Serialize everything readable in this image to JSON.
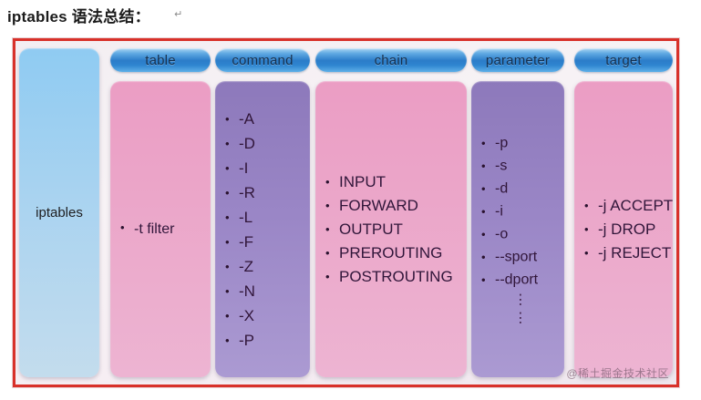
{
  "title": {
    "text": "iptables 语法总结：",
    "return_mark": "↵"
  },
  "diagram": {
    "frame_color": "#d8312a",
    "watermark": "@稀土掘金技术社区",
    "columns": [
      {
        "key": "iptables",
        "header": "",
        "box_color": "#8fcbf2",
        "label": "iptables",
        "items": []
      },
      {
        "key": "table",
        "header": "table",
        "box_color": "#eb9dc4",
        "items": [
          "-t  filter"
        ]
      },
      {
        "key": "command",
        "header": "command",
        "box_color": "#8d79bb",
        "items": [
          "-A",
          "-D",
          "-I",
          "-R",
          "-L",
          "-F",
          "-Z",
          "-N",
          "-X",
          "-P"
        ]
      },
      {
        "key": "chain",
        "header": "chain",
        "box_color": "#eb9dc4",
        "items": [
          "INPUT",
          "FORWARD",
          "OUTPUT",
          "PREROUTING",
          "POSTROUTING"
        ]
      },
      {
        "key": "parameter",
        "header": "parameter",
        "box_color": "#8d79bb",
        "items": [
          "-p",
          "-s",
          "-d",
          "-i",
          "-o",
          "--sport",
          "--dport"
        ],
        "ellipsis": [
          "⋮",
          "⋮"
        ]
      },
      {
        "key": "target",
        "header": "target",
        "box_color": "#eb9dc4",
        "items": [
          "-j  ACCEPT",
          "-j  DROP",
          "-j  REJECT"
        ]
      }
    ]
  }
}
